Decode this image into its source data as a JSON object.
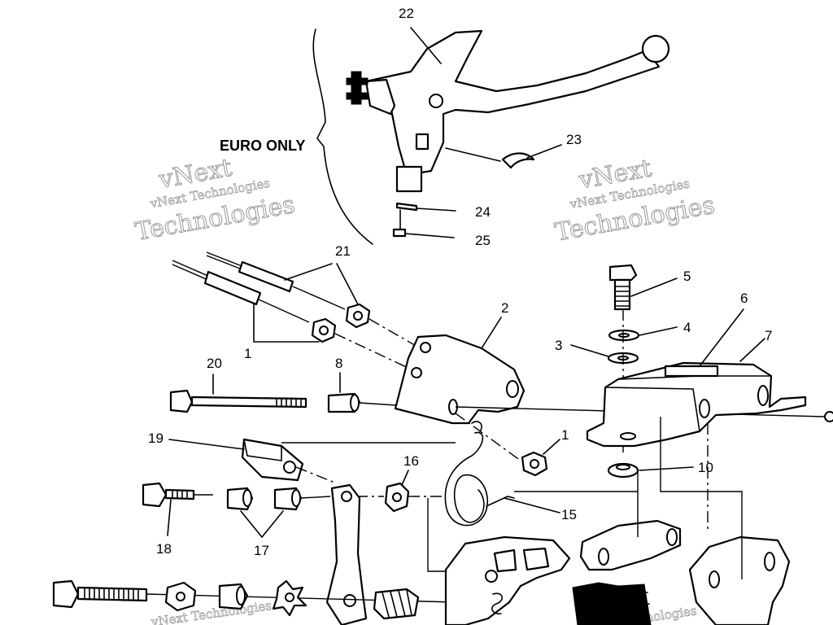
{
  "diagram": {
    "section_label": "EURO ONLY",
    "callouts": [
      "22",
      "23",
      "24",
      "25",
      "21",
      "1",
      "2",
      "20",
      "8",
      "5",
      "4",
      "3",
      "6",
      "7",
      "1",
      "19",
      "10",
      "16",
      "18",
      "17",
      "15"
    ],
    "watermark_lines": [
      "vNext",
      "vNext Technologies",
      "Technologies"
    ]
  }
}
